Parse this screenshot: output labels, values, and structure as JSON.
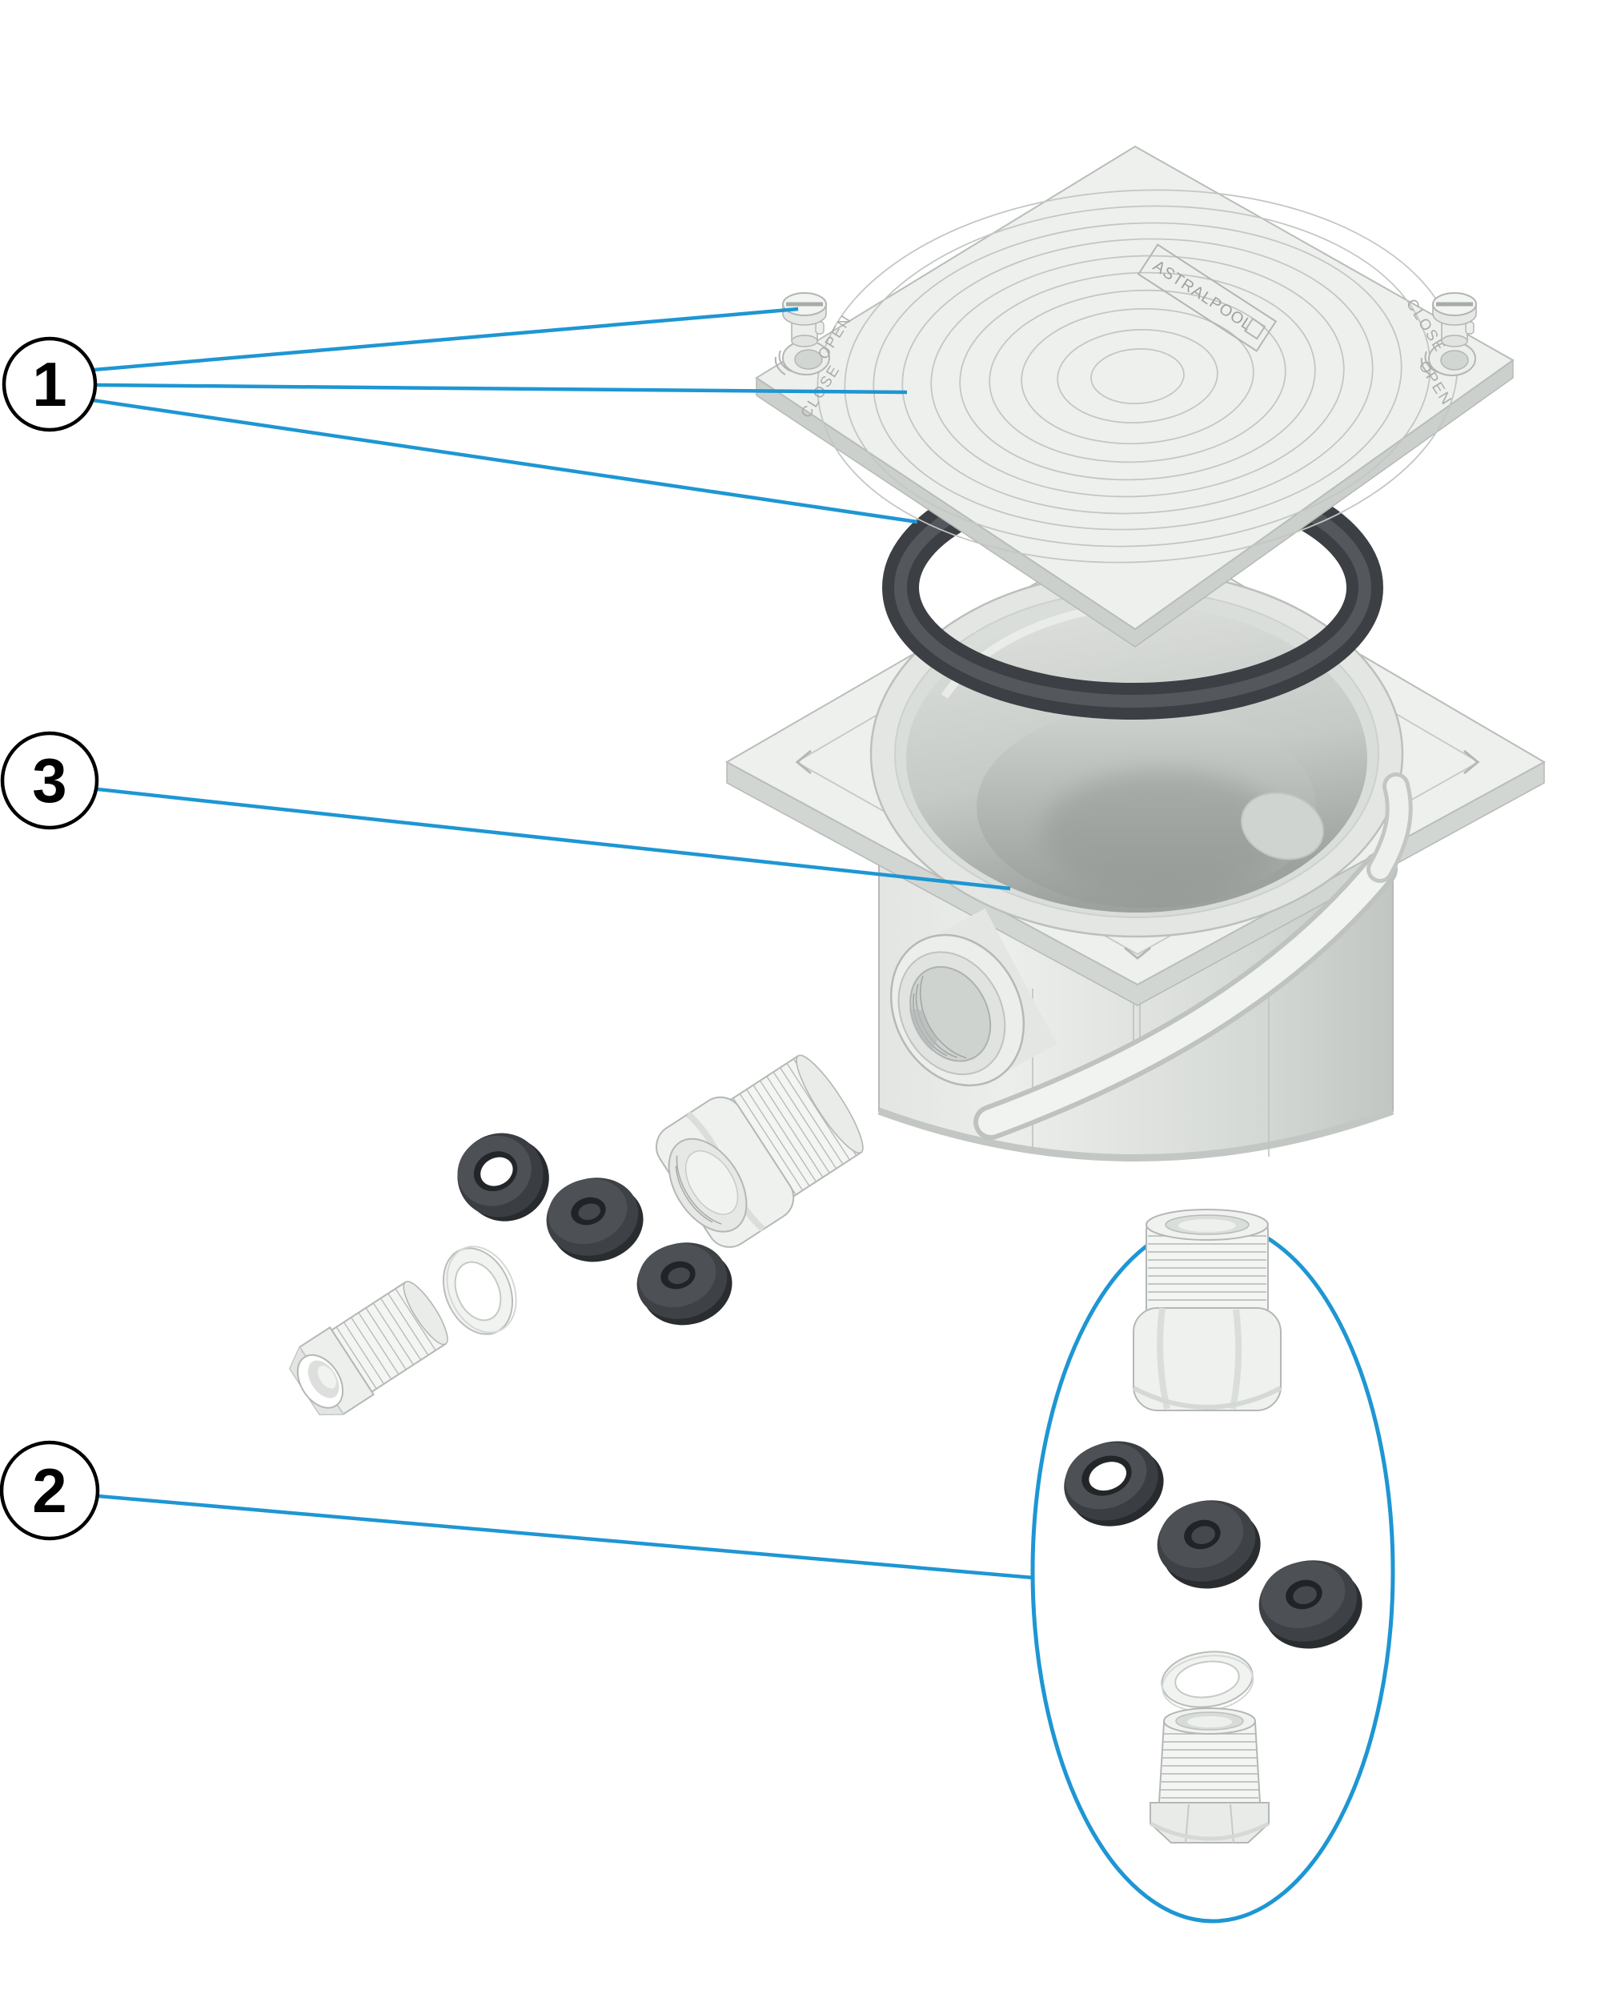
{
  "diagram": {
    "type": "exploded-parts-diagram",
    "background": "#ffffff",
    "callouts": [
      {
        "label": "1"
      },
      {
        "label": "3"
      },
      {
        "label": "2"
      }
    ],
    "lid": {
      "brand": "ASTRALPOOL",
      "marking_open": "OPEN",
      "marking_close": "CLOSE"
    },
    "colors": {
      "leader_line_blue": "#1e96d3",
      "detail_ellipse_blue": "#1e96d3",
      "callout_outline": "#000000",
      "part_fill": "#eef0ee",
      "part_outline": "#b6bab6",
      "part_shadow": "#d2d6d2",
      "oring_dark": "#43464a",
      "grommet_dark": "#3a3d40",
      "grommet_face": "#4d5055",
      "bowl_deep": "#9ea29e"
    }
  }
}
